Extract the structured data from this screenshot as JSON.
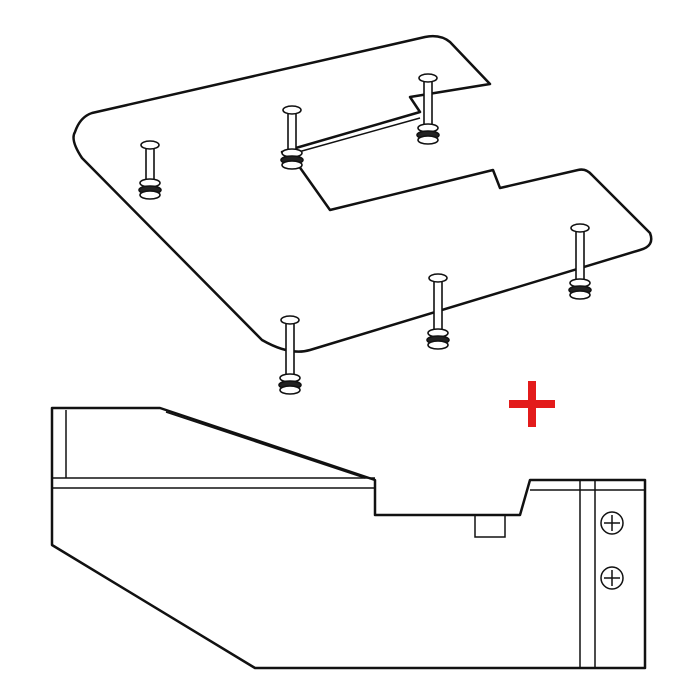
{
  "illustration": {
    "parts": [
      "extension-table-plate",
      "mounting-pin",
      "sewing-machine-base"
    ],
    "pin_count": 6,
    "plus_color": "#e31b1b",
    "line_color": "#111111"
  }
}
